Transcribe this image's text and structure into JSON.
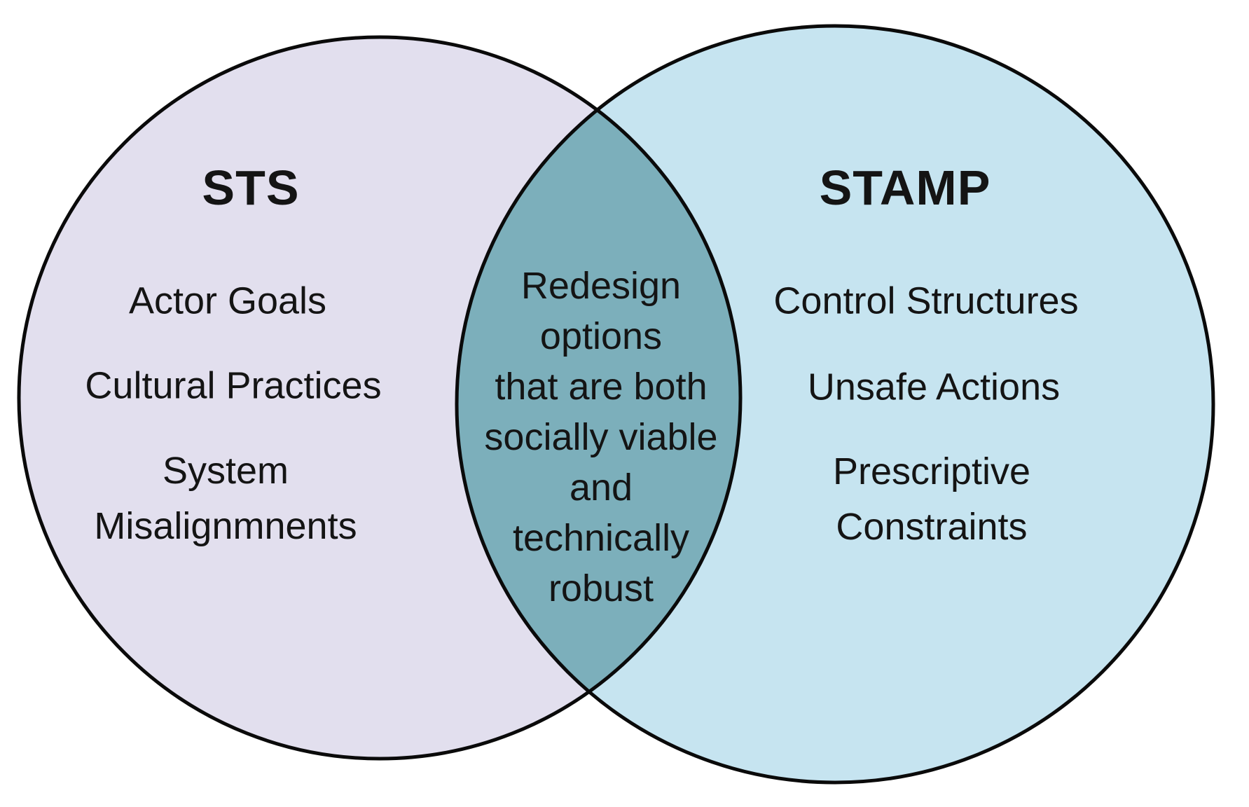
{
  "diagram": {
    "type": "venn",
    "left_set": {
      "title": "STS",
      "items": [
        "Actor Goals",
        "Cultural Practices",
        "System\nMisalignmnents"
      ]
    },
    "right_set": {
      "title": "STAMP",
      "items": [
        "Control Structures",
        "Unsafe Actions",
        "Prescriptive\nConstraints"
      ]
    },
    "intersection": {
      "text": "Redesign\noptions\nthat are both\nsocially viable\nand\ntechnically\nrobust"
    },
    "colors": {
      "left_fill": "#e2dfee",
      "right_fill": "#c6e4f0",
      "overlap_fill": "#7cafbb",
      "outline": "#0a0a0a",
      "text": "#141414"
    }
  }
}
